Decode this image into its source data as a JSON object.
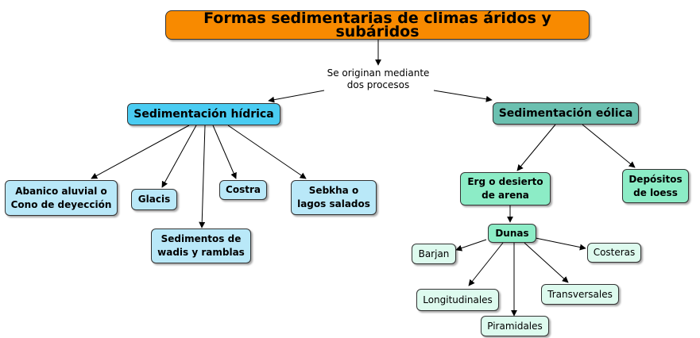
{
  "colors": {
    "title": "#F88A00",
    "hidrica": "#4ACCF2",
    "hidrica_child": "#B9E8F8",
    "eolica": "#6BC0B0",
    "eolica_child": "#8CECC6",
    "dune_type": "#DDFAEE",
    "edge": "#000000"
  },
  "diagram": {
    "title": "Formas sedimentarias de climas áridos y subáridos",
    "link_label": "Se originan mediante\ndos procesos",
    "hidrica": {
      "label": "Sedimentación hídrica",
      "children": [
        "Abanico aluvial o\nCono de deyección",
        "Glacis",
        "Costra",
        "Sebkha o\nlagos salados",
        "Sedimentos de\nwadis y ramblas"
      ]
    },
    "eolica": {
      "label": "Sedimentación eólica",
      "erg": "Erg o desierto\nde arena",
      "loess": "Depósitos\nde loess",
      "dunas": {
        "label": "Dunas",
        "types": [
          "Barjan",
          "Costeras",
          "Longitudinales",
          "Transversales",
          "Piramidales"
        ]
      }
    }
  }
}
